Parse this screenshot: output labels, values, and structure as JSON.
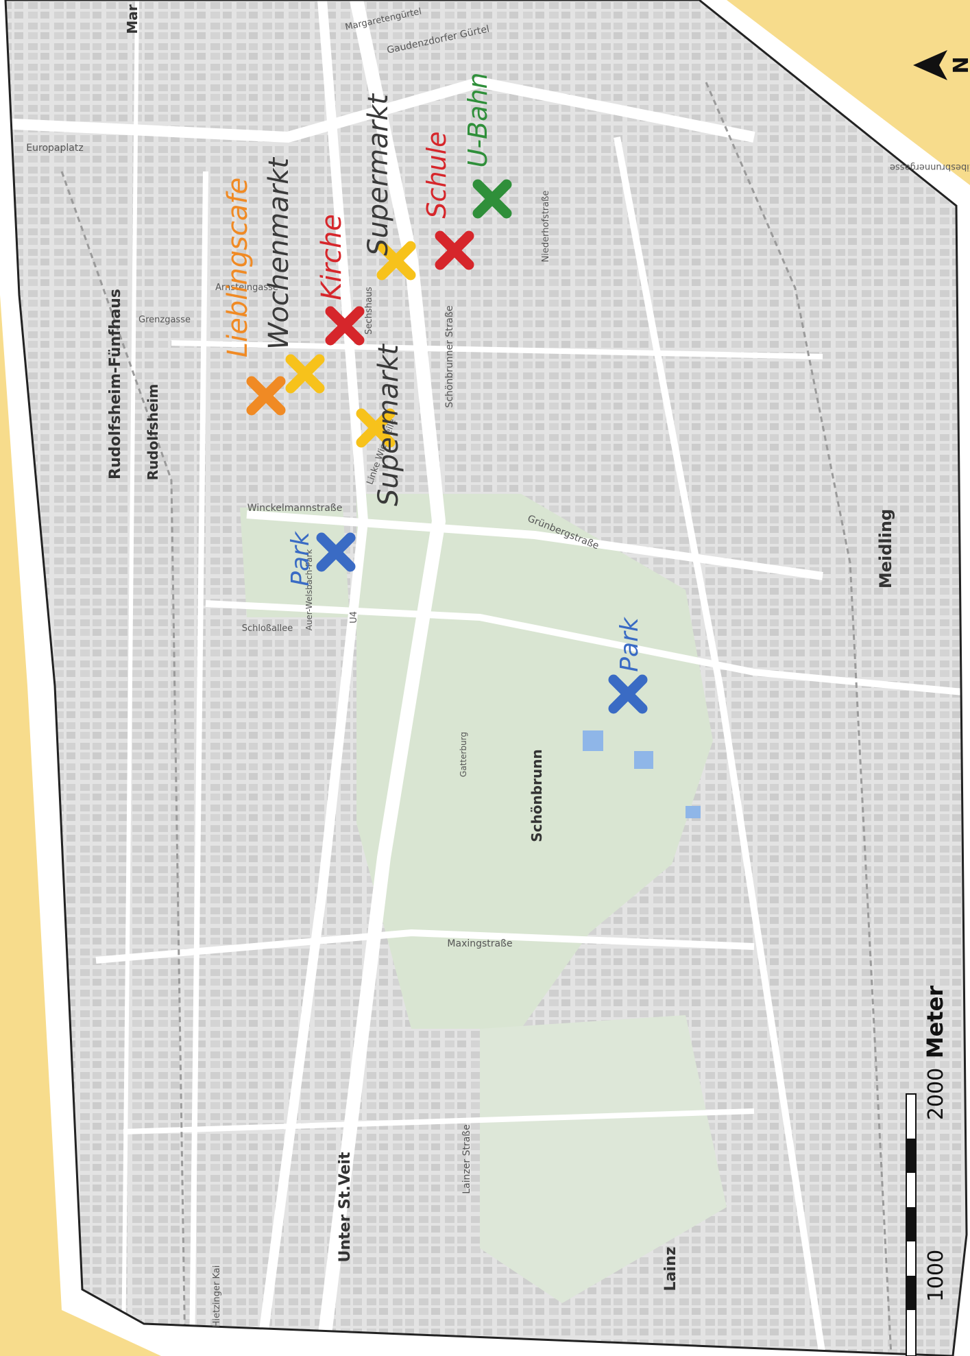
{
  "map": {
    "colors": {
      "background": "#f7dc8c",
      "border_band": "#ffffff",
      "map_base": "#dedede",
      "park": "#dbe6d5",
      "road": "#ffffff",
      "block": "#cdcdcd"
    },
    "north_label": "N",
    "markers": [
      {
        "id": "lieblingscafe",
        "label": "Lieblingscafe",
        "color": "#f08a24"
      },
      {
        "id": "wochenmarkt",
        "label": "Wochenmarkt",
        "color": "#3a3a3a",
        "marker_color": "#f7c21b"
      },
      {
        "id": "kirche",
        "label": "Kirche",
        "color": "#d6262b"
      },
      {
        "id": "supermarkt-1",
        "label": "Supermarkt",
        "color": "#3a3a3a",
        "marker_color": "#f7c21b"
      },
      {
        "id": "schule",
        "label": "Schule",
        "color": "#d6262b"
      },
      {
        "id": "u-bahn",
        "label": "U-Bahn",
        "color": "#2f8f3a"
      },
      {
        "id": "supermarkt-2",
        "label": "Supermarkt",
        "color": "#3a3a3a",
        "marker_color": "#f7c21b"
      },
      {
        "id": "park-1",
        "label": "Park",
        "color": "#3a6bc4"
      },
      {
        "id": "park-2",
        "label": "Park",
        "color": "#3a6bc4"
      }
    ],
    "districts": [
      "Rudolfsheim-Fünfhaus",
      "Rudolfsheim",
      "Meidling",
      "Schönbrunn",
      "Unter St.Veit",
      "Lainz",
      "Mar"
    ],
    "streets": [
      "Winckelmannstraße",
      "Schönbrunner Straße",
      "Grünbergstraße",
      "Maxingstraße",
      "Schloßallee",
      "Gaudenzdorfer Gürtel",
      "Lainzer Straße",
      "Niederhofstraße",
      "Linke Wienzeile",
      "Europaplatz",
      "Margaretengürtel",
      "Grenzgasse",
      "Arnsteingasse",
      "Sechshaus",
      "Hietzinger Kai",
      "Eibesbrunnergasse",
      "Auer-Welsbach-Park",
      "Gatterburg",
      "U4"
    ],
    "scale_bar": {
      "unit": "Meter",
      "labels": [
        "1000",
        "2000"
      ]
    }
  }
}
